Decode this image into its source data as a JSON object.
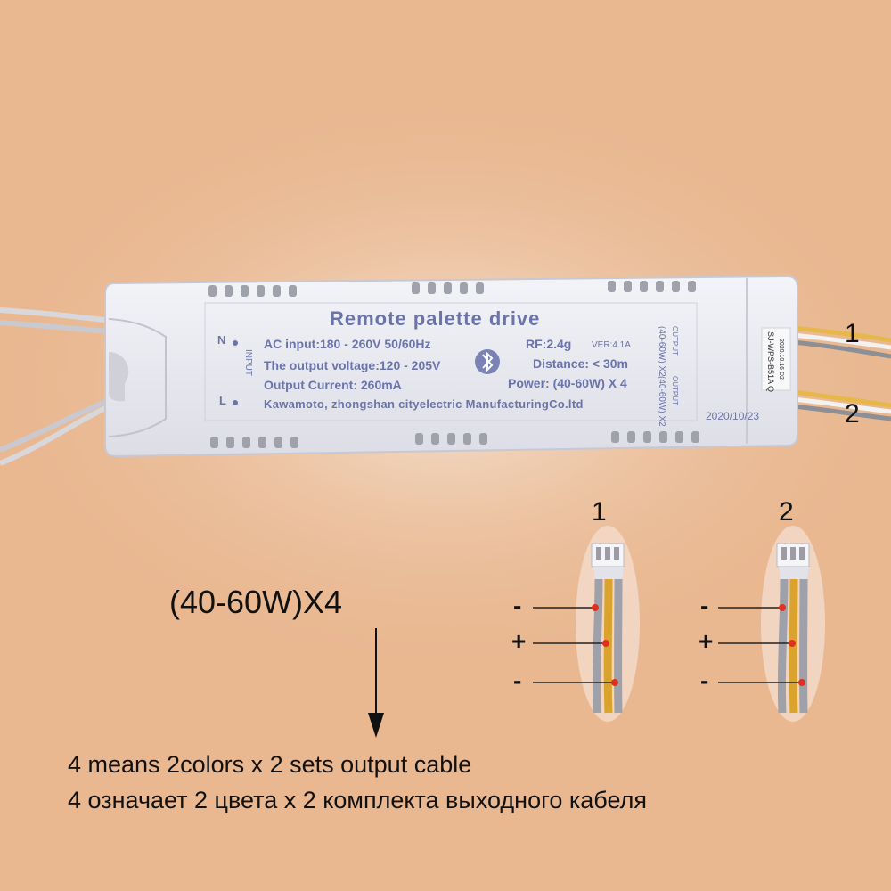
{
  "driver": {
    "title": "Remote palette drive",
    "input_n": "N",
    "input_l": "L",
    "input_label": "INPUT",
    "ac_input": "AC input:180 - 260V  50/60Hz",
    "output_voltage": "The output voltage:120 - 205V",
    "output_current": "Output Current: 260mA",
    "manufacturer": "Kawamoto, zhongshan cityelectric ManufacturingCo.ltd",
    "rf": "RF:2.4g",
    "version": "VER:4.1A",
    "distance": "Distance: < 30m",
    "power": "Power: (40-60W) X 4",
    "side_label_top": "(40-60W) X2",
    "side_label_bottom": "(40-60W) X2",
    "output_mark": "OUTPUT",
    "sticker_model": "SJ-WPS-B51A Q",
    "sticker_date": "2020.10.16 D2",
    "date": "2020/10/23",
    "bluetooth_icon": "bluetooth-icon"
  },
  "annotations": {
    "cable_1": "1",
    "cable_2": "2",
    "connector_1": "1",
    "connector_2": "2",
    "formula": "(40-60W)X4",
    "desc_en": "4 means 2colors x 2 sets output cable",
    "desc_ru": "4 означает 2 цвета х 2 комплекта выходного кабеля",
    "signs": [
      "-",
      "+",
      "-"
    ]
  },
  "colors": {
    "background": "#e9b891",
    "box": "#eef0f5",
    "print": "#6b74a9",
    "marker": "#e03020",
    "wire_gray": "#8c8f96",
    "wire_yellow": "#e6b84a"
  }
}
